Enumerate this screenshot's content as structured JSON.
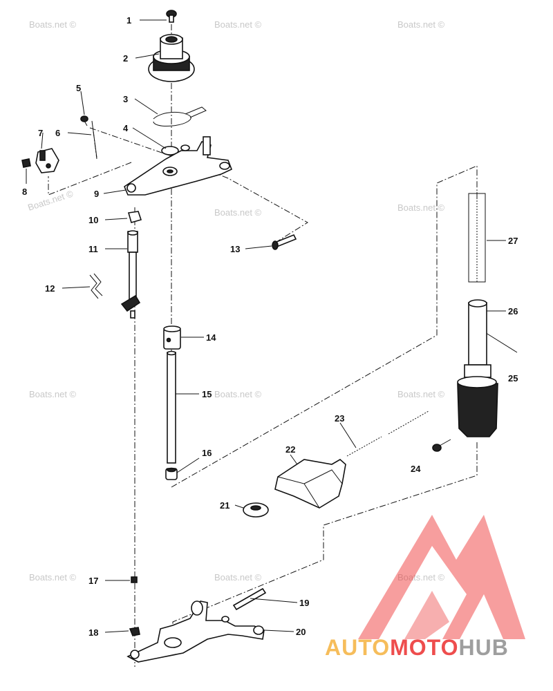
{
  "watermark": "Boats.net ©",
  "logo": {
    "part1": "AUTO",
    "part2": "MOTO",
    "part3": "HUB",
    "color_orange": "#f5b23f",
    "color_red": "#ec2f2f",
    "color_gray": "#8e8e8e"
  },
  "callouts": [
    "1",
    "2",
    "3",
    "4",
    "5",
    "6",
    "7",
    "8",
    "9",
    "10",
    "11",
    "12",
    "13",
    "14",
    "15",
    "16",
    "17",
    "18",
    "19",
    "20",
    "21",
    "22",
    "23",
    "24",
    "25",
    "26",
    "27"
  ]
}
